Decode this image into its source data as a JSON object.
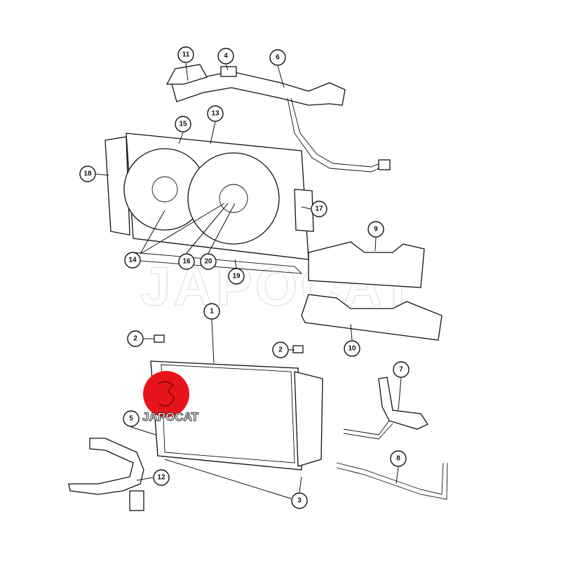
{
  "watermark": "JAPOCAT",
  "logo": {
    "text": "JAPOCAT",
    "color": "#e8141b"
  },
  "callouts": [
    "11",
    "4",
    "6",
    "13",
    "15",
    "18",
    "17",
    "14",
    "16",
    "20",
    "19",
    "9",
    "10",
    "1",
    "2",
    "2",
    "7",
    "5",
    "12",
    "3",
    "8"
  ]
}
